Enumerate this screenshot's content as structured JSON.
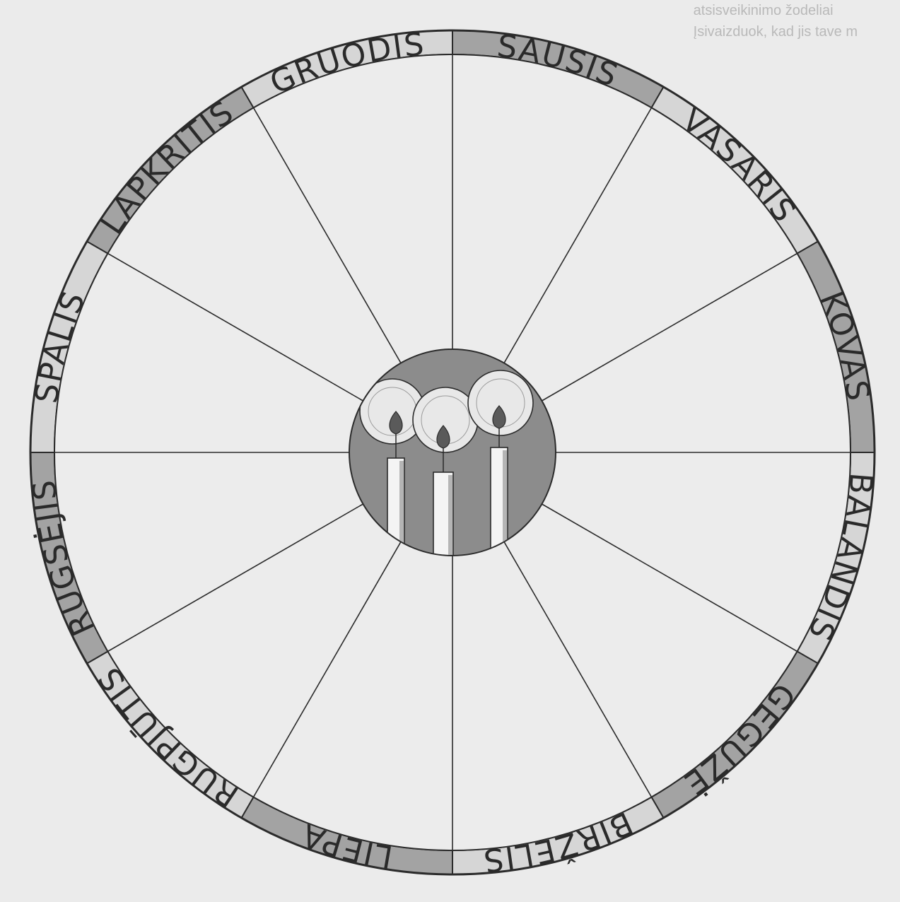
{
  "months": [
    {
      "name": "SAUSIS",
      "shade": "dark"
    },
    {
      "name": "VASARIS",
      "shade": "light"
    },
    {
      "name": "KOVAS",
      "shade": "dark"
    },
    {
      "name": "BALANDIS",
      "shade": "light"
    },
    {
      "name": "GEGUŽĖ",
      "shade": "dark"
    },
    {
      "name": "BIRŽELIS",
      "shade": "light"
    },
    {
      "name": "LIEPA",
      "shade": "dark"
    },
    {
      "name": "RUGPJŪTIS",
      "shade": "light"
    },
    {
      "name": "RUGSĖJIS",
      "shade": "dark"
    },
    {
      "name": "SPALIS",
      "shade": "light"
    },
    {
      "name": "LAPKRITIS",
      "shade": "dark"
    },
    {
      "name": "GRUODIS",
      "shade": "light"
    }
  ],
  "colors": {
    "dark_segment": "#a3a3a3",
    "light_segment": "#d6d6d6",
    "line": "#2b2b2b",
    "inner_face": "#ececec",
    "center_disc": "#8c8c8c",
    "candle": "#f4f4f4",
    "flame": "#5a5a5a"
  },
  "center": {
    "icon": "three-candles-icon",
    "candle_count": 3
  },
  "background_text": {
    "line1": "atsisveikinimo žodeliai",
    "line2": "Įsivaizduok, kad jis tave m"
  }
}
